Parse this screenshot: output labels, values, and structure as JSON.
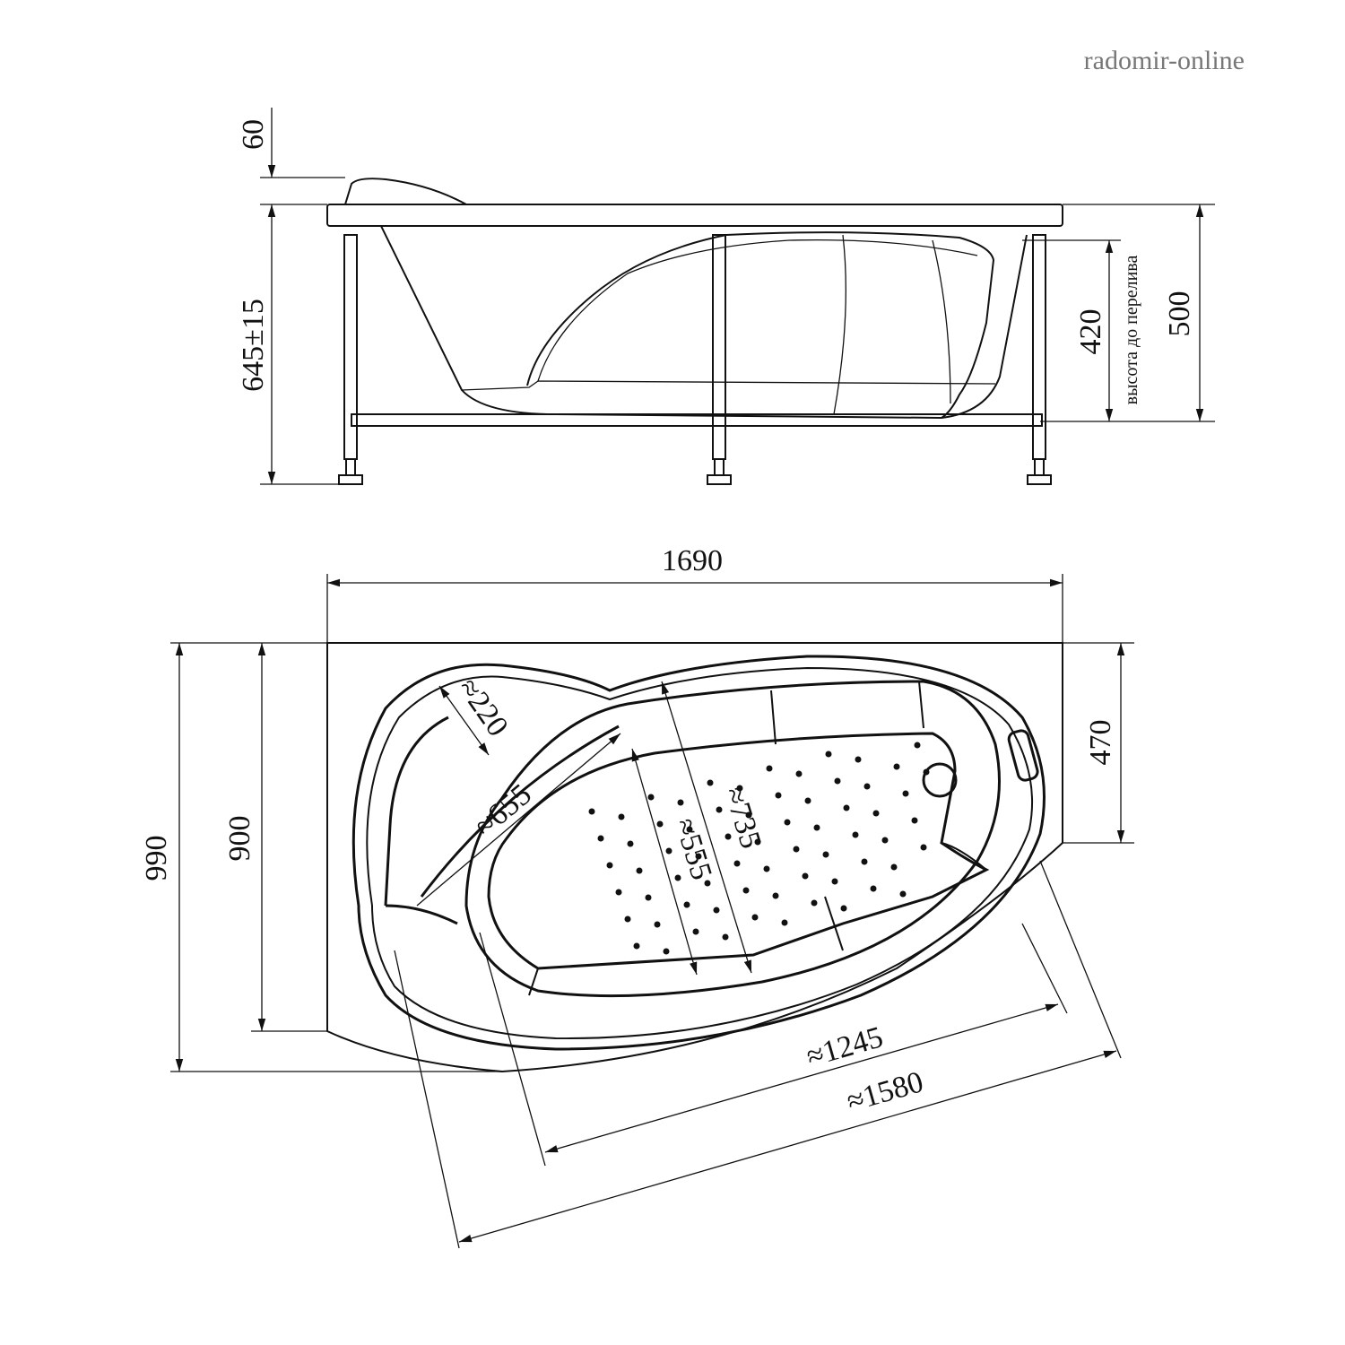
{
  "watermark": "radomir-online",
  "side_view": {
    "dim_headrest": "60",
    "dim_total_height": "645±15",
    "dim_overflow": "420",
    "overflow_label": "высота до перелива",
    "dim_depth": "500"
  },
  "top_view": {
    "dim_length": "1690",
    "dim_width_total": "990",
    "dim_width_inner": "900",
    "dim_right_width": "470",
    "dim_armrest": "≈220",
    "dim_head_width": "≈655",
    "dim_bowl_width": "≈555",
    "dim_inner_width": "≈735",
    "dim_bowl_length": "≈1245",
    "dim_outer_length": "≈1580"
  }
}
